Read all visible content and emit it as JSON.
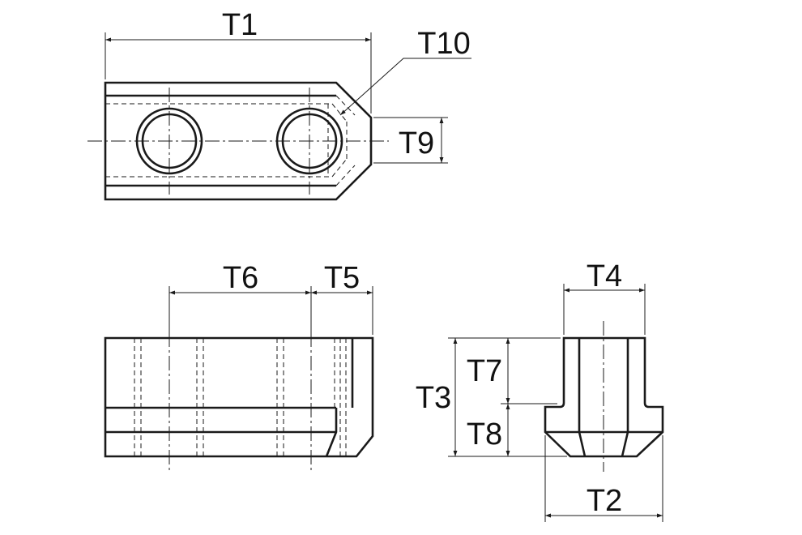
{
  "labels": {
    "t1": "T1",
    "t2": "T2",
    "t3": "T3",
    "t4": "T4",
    "t5": "T5",
    "t6": "T6",
    "t7": "T7",
    "t8": "T8",
    "t9": "T9",
    "t10": "T10"
  }
}
